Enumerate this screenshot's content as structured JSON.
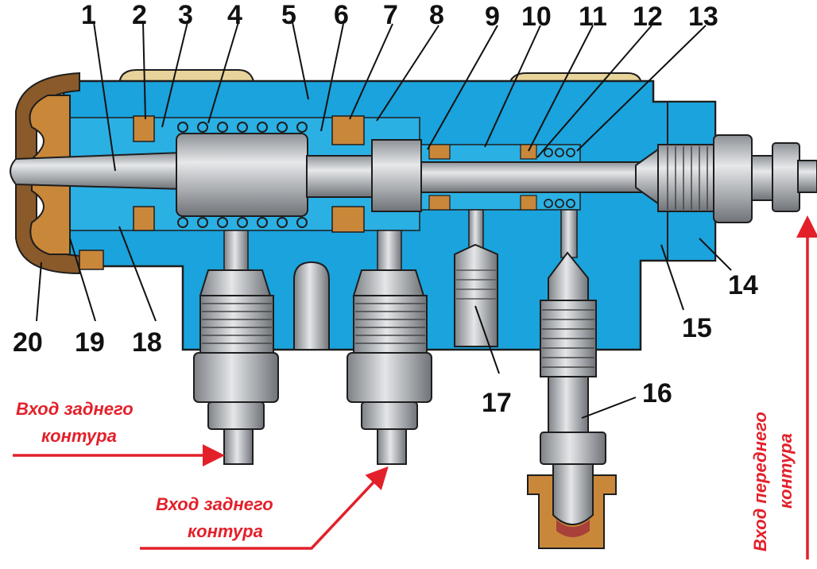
{
  "diagram": {
    "labels": {
      "n1": "1",
      "n2": "2",
      "n3": "3",
      "n4": "4",
      "n5": "5",
      "n6": "6",
      "n7": "7",
      "n8": "8",
      "n9": "9",
      "n10": "10",
      "n11": "11",
      "n12": "12",
      "n13": "13",
      "n14": "14",
      "n15": "15",
      "n16": "16",
      "n17": "17",
      "n18": "18",
      "n19": "19",
      "n20": "20"
    },
    "captions": {
      "rear_inlet_1": [
        "Вход заднего",
        "контура"
      ],
      "rear_inlet_2": [
        "Вход заднего",
        "контура"
      ],
      "front_inlet": [
        "Вход переднего",
        "контура"
      ]
    },
    "colors": {
      "body": "#1aa3dc",
      "metal": "#b9bcc0",
      "seal": "#c9873a",
      "tan": "#e8d49a",
      "arrow": "#e3202a",
      "outline": "#1e1e1e"
    }
  }
}
